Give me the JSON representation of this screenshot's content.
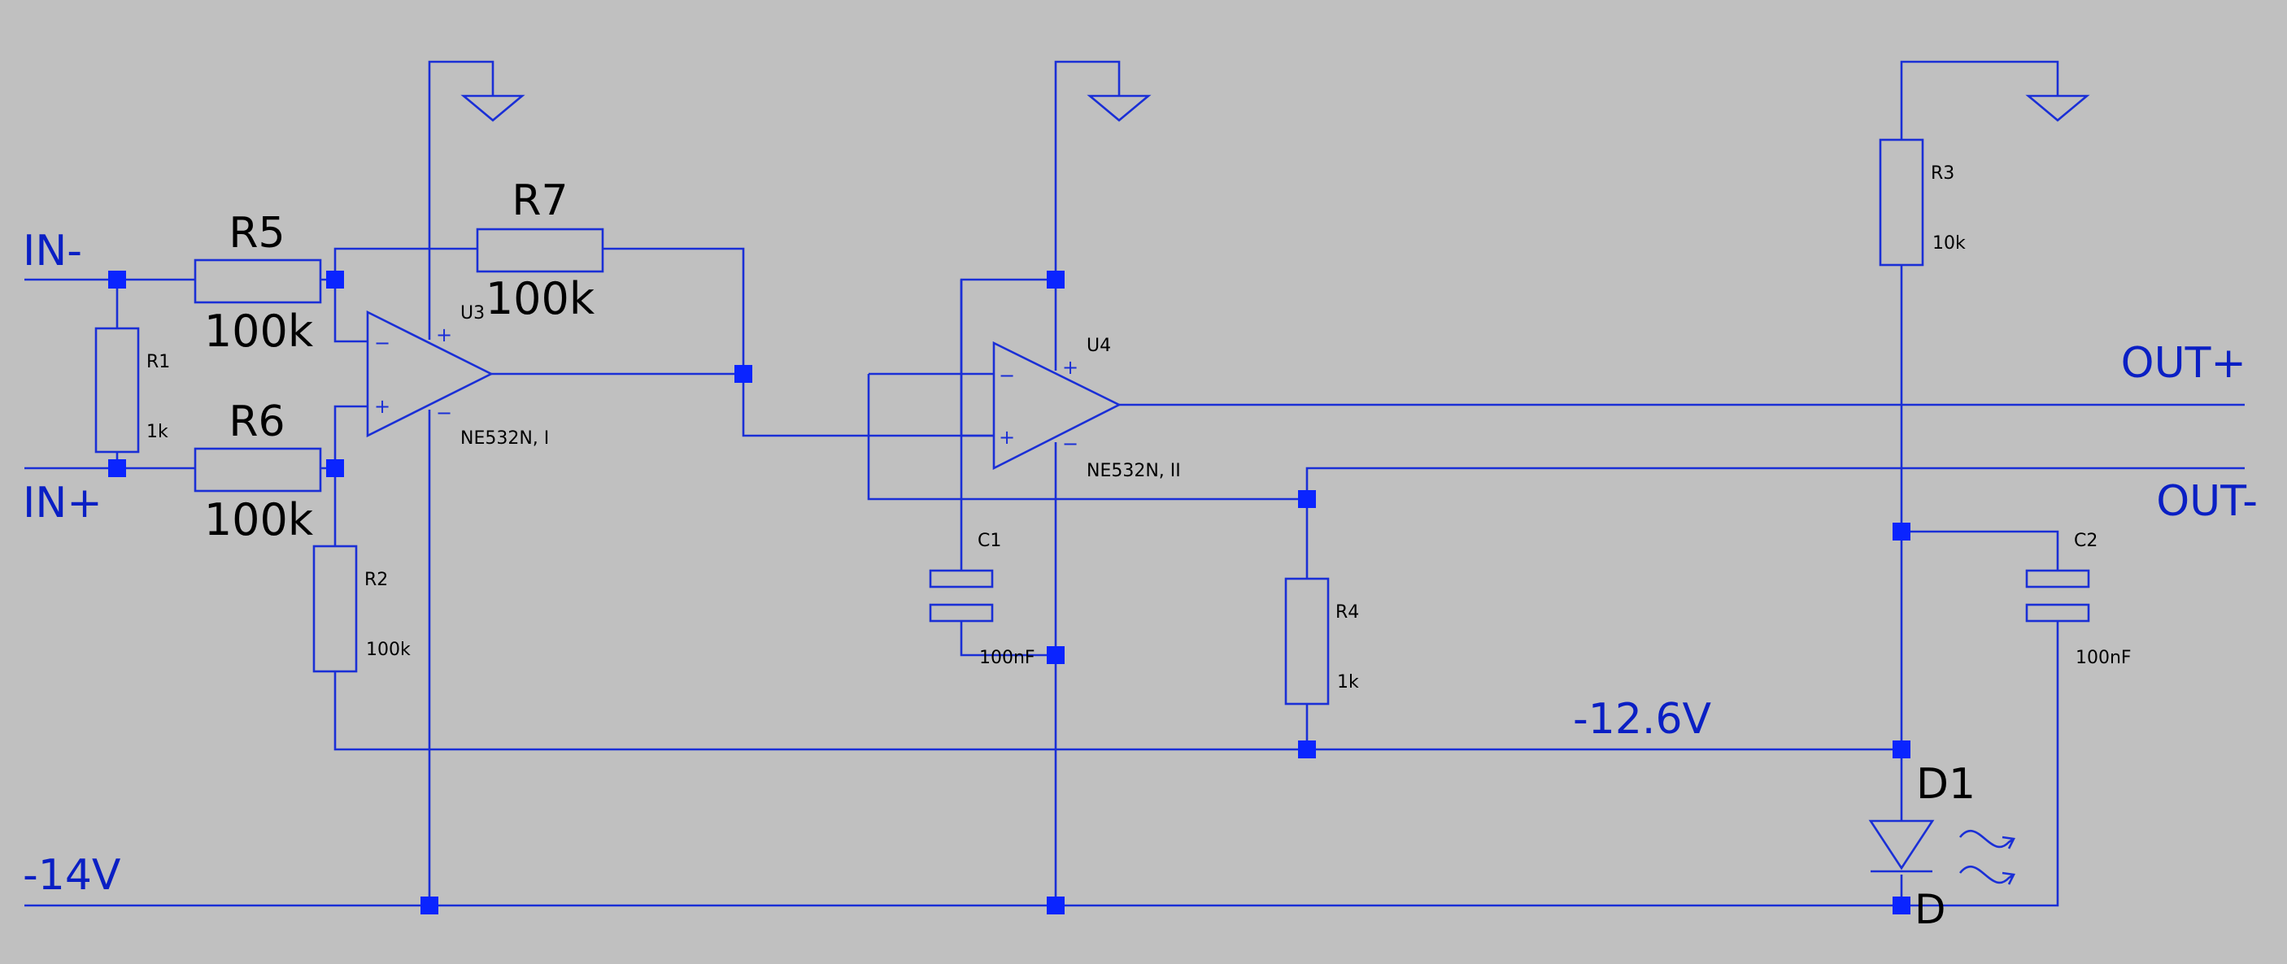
{
  "net_labels": {
    "in_minus": "IN-",
    "in_plus": "IN+",
    "out_plus": "OUT+",
    "out_minus": "OUT-",
    "supply": "-14V",
    "led_node": "-12.6V"
  },
  "components": {
    "R5": {
      "ref": "R5",
      "value": "100k"
    },
    "R6": {
      "ref": "R6",
      "value": "100k"
    },
    "R7": {
      "ref": "R7",
      "value": "100k"
    },
    "R1": {
      "ref": "R1",
      "value": "1k"
    },
    "R2": {
      "ref": "R2",
      "value": "100k"
    },
    "R3": {
      "ref": "R3",
      "value": "10k"
    },
    "R4": {
      "ref": "R4",
      "value": "1k"
    },
    "C1": {
      "ref": "C1",
      "value": "100nF"
    },
    "C2": {
      "ref": "C2",
      "value": "100nF"
    },
    "U3": {
      "ref": "U3",
      "value": "NE532N, I"
    },
    "U4": {
      "ref": "U4",
      "value": "NE532N, II"
    },
    "D1": {
      "ref": "D1",
      "value": "D"
    }
  },
  "pins": {
    "plus": "+",
    "minus": "−"
  },
  "colors": {
    "background": "#c0c0c0",
    "wire": "#1a2fd6",
    "junction": "#0a24ff",
    "net_label": "#0a1fc4",
    "ref_text": "#000000"
  }
}
